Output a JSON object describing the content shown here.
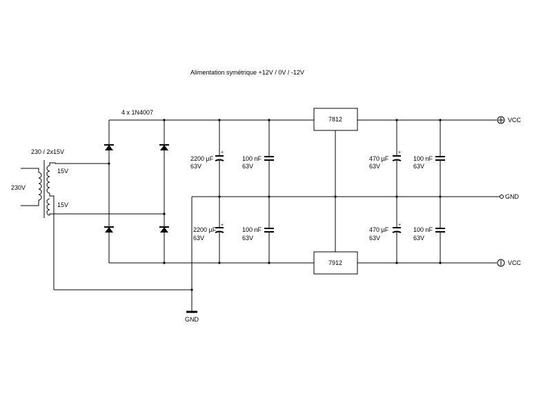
{
  "title": "Alimentation symétrique +12V / 0V / -12V",
  "transformer": {
    "rating": "230 / 2x15V",
    "primary": "230V",
    "secondary_top": "15V",
    "secondary_bottom": "15V"
  },
  "bridge": {
    "label": "4 x 1N4007"
  },
  "caps": {
    "c1": {
      "value": "2200 µF",
      "voltage": "63V"
    },
    "c2": {
      "value": "100 nF",
      "voltage": "63V"
    },
    "c3": {
      "value": "2200 µF",
      "voltage": "63V"
    },
    "c4": {
      "value": "100 nF",
      "voltage": "63V"
    },
    "c5": {
      "value": "470 µF",
      "voltage": "63V"
    },
    "c6": {
      "value": "100 nF",
      "voltage": "63V"
    },
    "c7": {
      "value": "470 µF",
      "voltage": "63V"
    },
    "c8": {
      "value": "100 nF",
      "voltage": "63V"
    }
  },
  "regulators": {
    "positive": "7812",
    "negative": "7912"
  },
  "outputs": {
    "vcc_pos": "VCC",
    "gnd": "GND",
    "vcc_neg": "VCC"
  },
  "ground_symbol": "GND"
}
